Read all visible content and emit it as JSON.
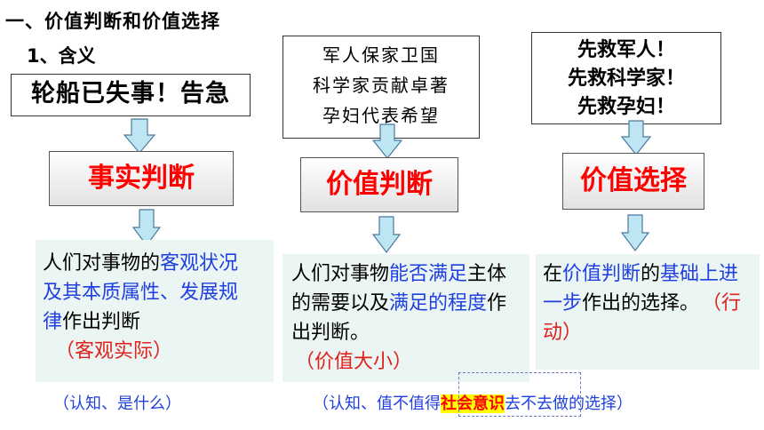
{
  "heading": "一、价值判断和价值选择",
  "subheading": "1、含义",
  "col1": {
    "top_box": "轮船已失事！告急",
    "judgment": "事实判断",
    "desc_parts": [
      {
        "text": "人们对事物的",
        "style": "plain"
      },
      {
        "text": "客观状况及其本质属性、发展规律",
        "style": "blue"
      },
      {
        "text": "作出判断",
        "style": "plain"
      }
    ],
    "note": "（客观实际）",
    "bottom": "（认知、是什么）"
  },
  "col2": {
    "top_lines": [
      "军人保家卫国",
      "科学家贡献卓著",
      "孕妇代表希望"
    ],
    "judgment": "价值判断",
    "desc_parts": [
      {
        "text": "人们对事物",
        "style": "plain"
      },
      {
        "text": "能否满足",
        "style": "blue"
      },
      {
        "text": "主体的需要以及",
        "style": "plain"
      },
      {
        "text": "满足的程度",
        "style": "blue"
      },
      {
        "text": "作出判断。",
        "style": "plain"
      }
    ],
    "note": "（价值大小）",
    "bottom_pre": "（认知、值不值得",
    "bottom_highlight": "社会意识",
    "bottom_post": "去不去做的选择）"
  },
  "col3": {
    "top_lines": [
      "先救军人！",
      "先救科学家！",
      "先救孕妇！"
    ],
    "judgment": "价值选择",
    "desc_parts": [
      {
        "text": "在",
        "style": "plain"
      },
      {
        "text": "价值判断",
        "style": "blue"
      },
      {
        "text": "的",
        "style": "plain"
      },
      {
        "text": "基础上进一步",
        "style": "blue"
      },
      {
        "text": "作出的选择。",
        "style": "plain"
      }
    ],
    "note": "（行动）"
  },
  "colors": {
    "red": "#ff0000",
    "blue": "#1f3fe0",
    "teal_bg": "#ebf6f4",
    "arrow_fill": "#bde5f2",
    "arrow_stroke": "#4a7aa0",
    "highlight": "#ffff00"
  }
}
